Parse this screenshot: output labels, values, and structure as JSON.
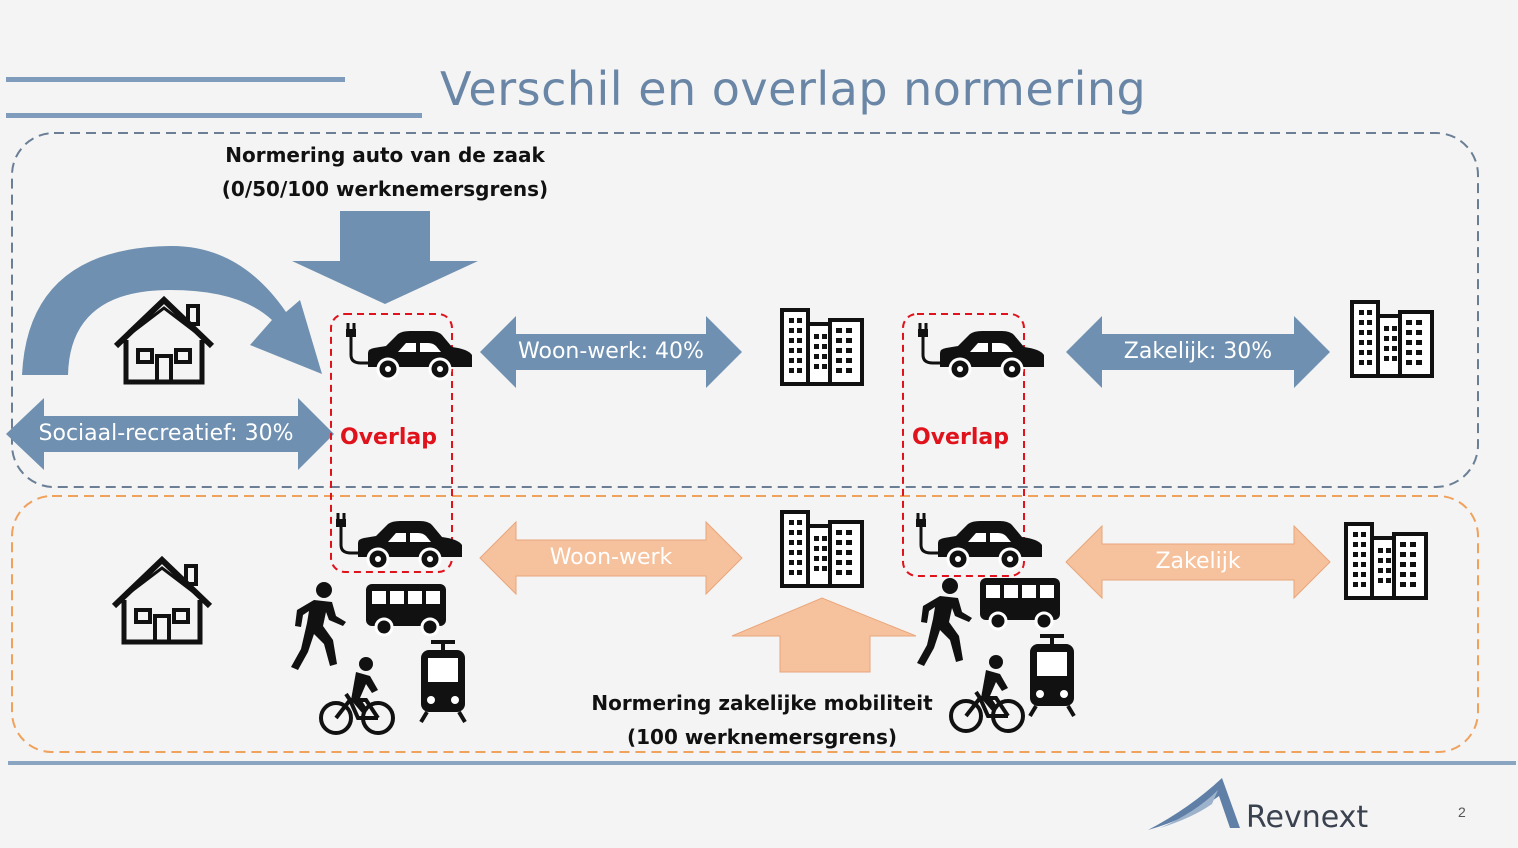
{
  "slide": {
    "title": "Verschil en overlap normering",
    "page_number": "2"
  },
  "top_section": {
    "label_line1": "Normering auto van de zaak",
    "label_line2": "(0/50/100 werknemersgrens)",
    "arrow_social": "Sociaal-recreatief: 30%",
    "arrow_commute": "Woon-werk: 40%",
    "arrow_business": "Zakelijk: 30%"
  },
  "overlap": {
    "left": "Overlap",
    "right": "Overlap"
  },
  "bottom_section": {
    "label_line1": "Normering zakelijke mobiliteit",
    "label_line2": "(100 werknemersgrens)",
    "arrow_commute": "Woon-werk",
    "arrow_business": "Zakelijk"
  },
  "brand": {
    "name": "Revnext"
  },
  "icons": {
    "home": "house-icon",
    "office": "office-building-icon",
    "electric_car": "electric-car-icon",
    "walker": "pedestrian-icon",
    "bus": "bus-icon",
    "cyclist": "bicycle-icon",
    "tram": "tram-icon"
  },
  "colors": {
    "blue_arrow": "#6f90b0",
    "orange_arrow": "#f6c29d",
    "overlap_red": "#e0121b",
    "blue_dashed": "#6a7f95",
    "orange_dashed": "#f0a15c",
    "title": "#6a86a6"
  }
}
